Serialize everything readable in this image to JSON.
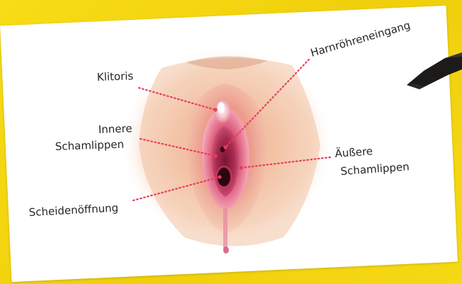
{
  "labels": {
    "klitoris": "Klitoris",
    "innere_line1": "Innere",
    "innere_line2": "Schamlippen",
    "scheide": "Scheidenöffnung",
    "harnroehre": "Harnröhreneingang",
    "aeussere_line1": "Äußere",
    "aeussere_line2": "Schamlippen"
  },
  "colors": {
    "background": "#f2d411",
    "card": "#ffffff",
    "leader_line": "#e63d5c",
    "label_text": "#2a2426",
    "skin_outer": "#f2c6a6",
    "skin_inner": "#e9a07e",
    "labia_pink": "#e56b86",
    "mucosa": "#c8325a"
  },
  "icons": {
    "pen_tip": "brush-stroke-icon"
  }
}
